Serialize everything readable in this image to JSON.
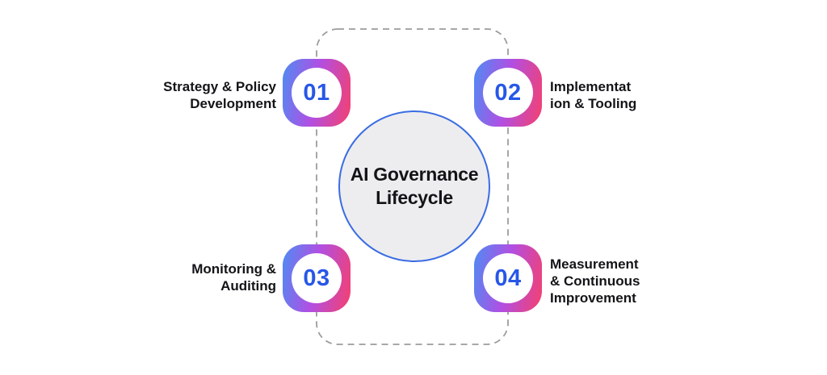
{
  "diagram": {
    "name": "AI Governance Lifecycle diagram",
    "background": "#ffffff"
  },
  "center": {
    "title": "AI Governance\nLifecycle",
    "fill_color": "#EDEDEF",
    "border_color": "#3A6CE3",
    "text_color": "#141418"
  },
  "loop": {
    "color": "#9C9C9C",
    "style": "dashed"
  },
  "badge_style": {
    "gradient_start": "#4E8CF3",
    "gradient_mid": "#B14FE3",
    "gradient_end": "#F5406E",
    "inner_circle_color": "#ffffff",
    "number_color": "#2757E8"
  },
  "steps": [
    {
      "number": "01",
      "label": "Strategy & Policy\nDevelopment"
    },
    {
      "number": "02",
      "label": "Implementat\nion & Tooling"
    },
    {
      "number": "03",
      "label": "Monitoring &\nAuditing"
    },
    {
      "number": "04",
      "label": "Measurement\n& Continuous\nImprovement"
    }
  ]
}
